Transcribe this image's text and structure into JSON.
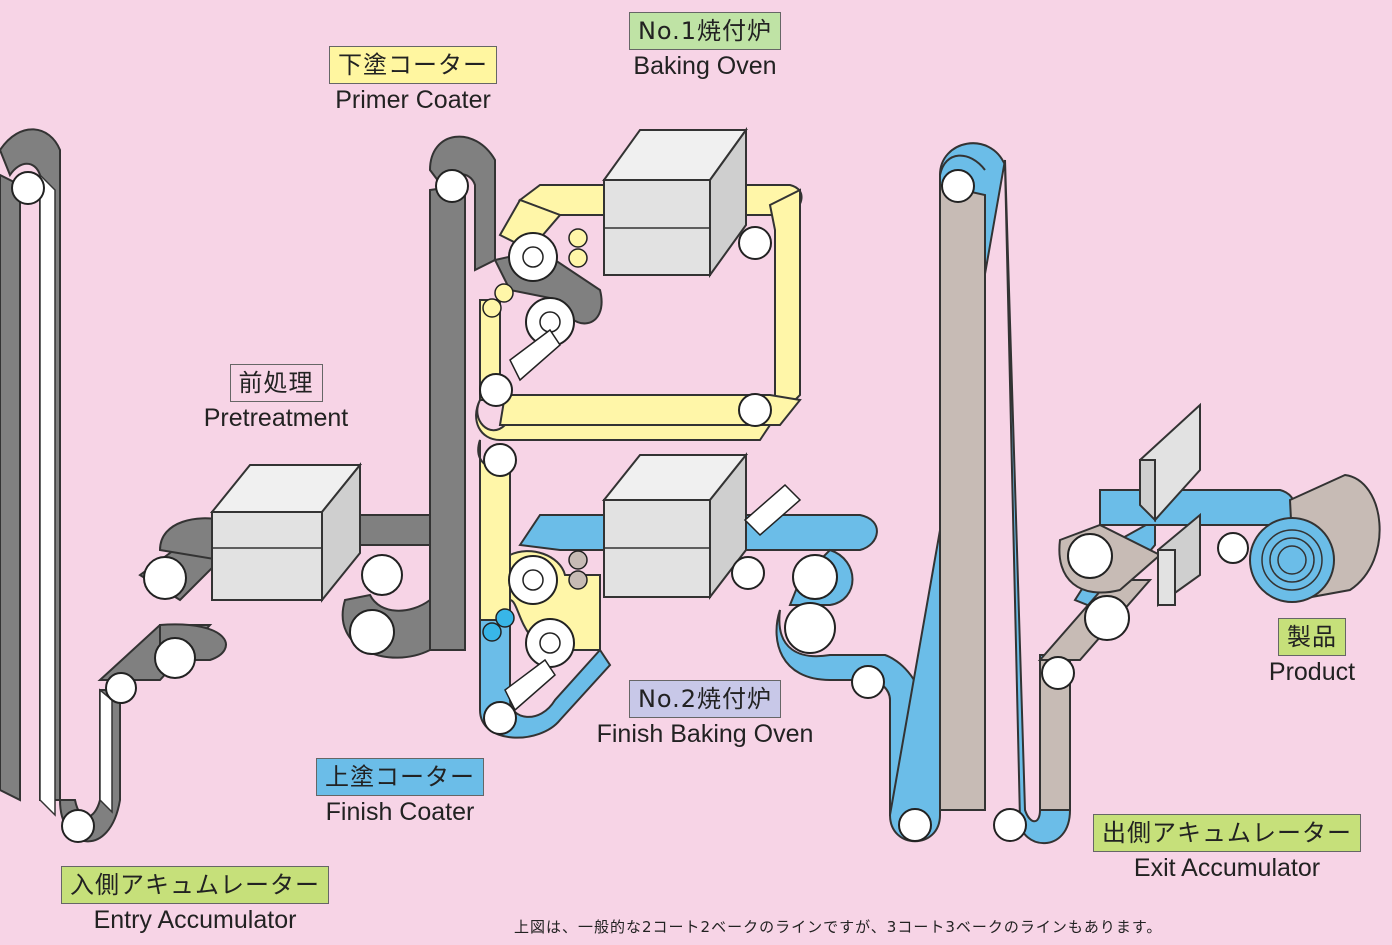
{
  "colors": {
    "background": "#f7d4e6",
    "strip_gray": "#808080",
    "strip_yellow": "#fff6a8",
    "strip_blue": "#6bbde8",
    "strip_tan": "#c7bbb5",
    "box_green": "#bfe3a5",
    "box_yellow": "#fff6a0",
    "box_pink": "#f7d4e6",
    "box_blue": "#6bbde8",
    "box_lavender": "#c8c8e8",
    "box_lime": "#c6e07a",
    "equipment_gray": "#e2e2e2"
  },
  "labels": {
    "baking_oven": {
      "jp": "No.1焼付炉",
      "en": "Baking Oven"
    },
    "primer_coater": {
      "jp": "下塗コーター",
      "en": "Primer Coater"
    },
    "pretreatment": {
      "jp": "前処理",
      "en": "Pretreatment"
    },
    "finish_baking_oven": {
      "jp": "No.2焼付炉",
      "en": "Finish Baking Oven"
    },
    "finish_coater": {
      "jp": "上塗コーター",
      "en": "Finish Coater"
    },
    "entry_accumulator": {
      "jp": "入側アキュムレーター",
      "en": "Entry Accumulator"
    },
    "exit_accumulator": {
      "jp": "出側アキュムレーター",
      "en": "Exit Accumulator"
    },
    "product": {
      "jp": "製品",
      "en": "Product"
    }
  },
  "footnote": "上図は、一般的な2コート2ベークのラインですが、3コート3ベークのラインもあります。"
}
